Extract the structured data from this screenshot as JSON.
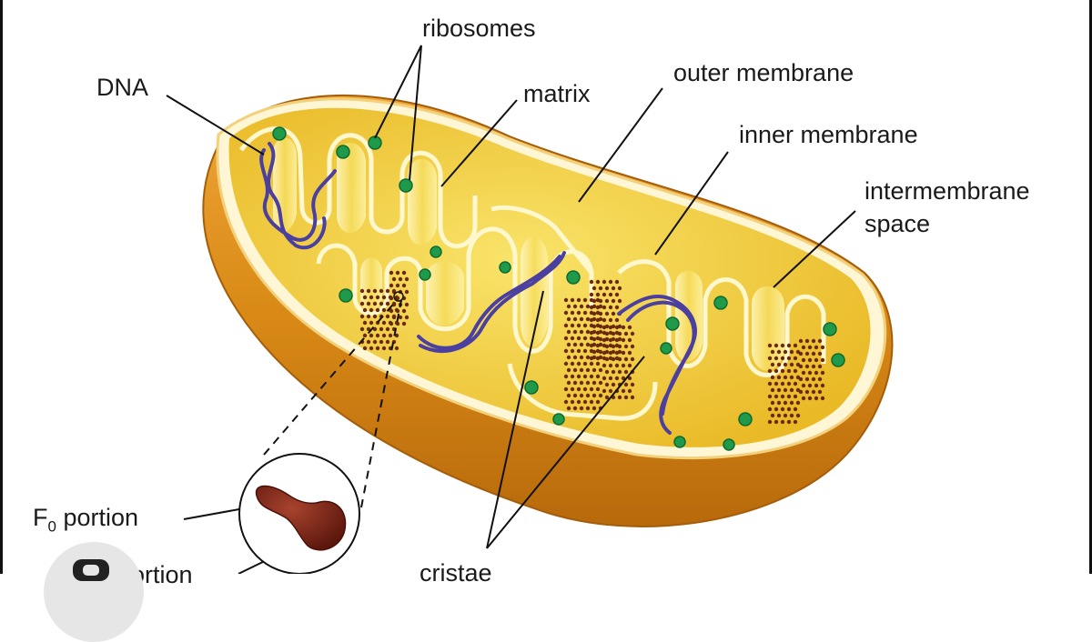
{
  "labels": {
    "ribosomes": "ribosomes",
    "dna": "DNA",
    "matrix": "matrix",
    "outer_membrane": "outer membrane",
    "inner_membrane": "inner membrane",
    "intermembrane_line1": "intermembrane",
    "intermembrane_line2": "space",
    "f0_main": "F",
    "f0_sub": "0",
    "f0_rest": " portion",
    "f1_partial": "F  portion",
    "cristae_partial": "cristae"
  },
  "colors": {
    "outer_shell": "#d98a16",
    "shell_dark": "#b86a0c",
    "inner_yellow": "#f6d23a",
    "cristae_light": "#fdf2a6",
    "dna": "#4b3fa0",
    "ribosome": "#1f9a4a",
    "atp_dots": "#6b2a0c",
    "f0_particle": "#7a2418"
  },
  "icons": {
    "overlay_button": "image-search-icon"
  }
}
